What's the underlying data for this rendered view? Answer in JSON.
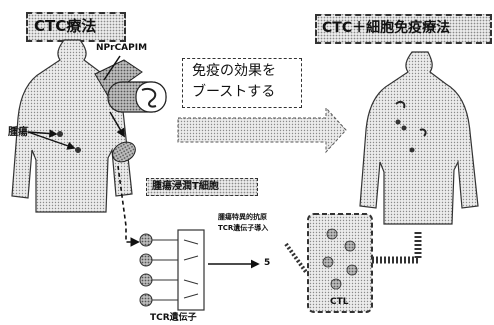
{
  "colors": {
    "stroke": "#333333",
    "dot_fill": "#8a8a8a",
    "dark": "#111111",
    "light_fill": "#eaeaea"
  },
  "left_panel": {
    "title": "CTC療法",
    "device_label": "NPrCAPIM",
    "tumor_label": "腫瘍",
    "til_label": "腫瘍浸潤T細胞",
    "tcr_label": "TCR遺伝子",
    "vector_label_line1": "腫瘍特異的抗原",
    "vector_label_line2": "TCR遺伝子導入",
    "cell_number_label": "5"
  },
  "center": {
    "callout_line1": "免疫の効果を",
    "callout_line2": "ブーストする"
  },
  "right_panel": {
    "title": "CTC＋細胞免疫療法",
    "ctl_label": "CTL"
  }
}
